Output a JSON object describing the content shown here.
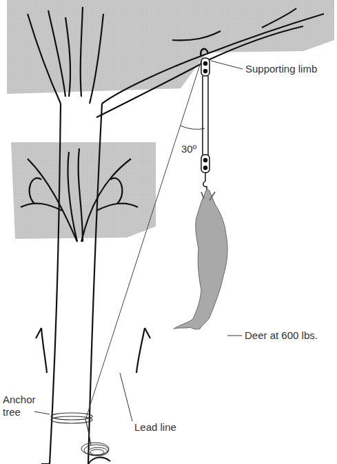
{
  "diagram": {
    "labels": [
      "Supporting limb",
      "30º",
      "Deer at 600 lbs.",
      "Lead line",
      "Anchor tree"
    ]
  }
}
